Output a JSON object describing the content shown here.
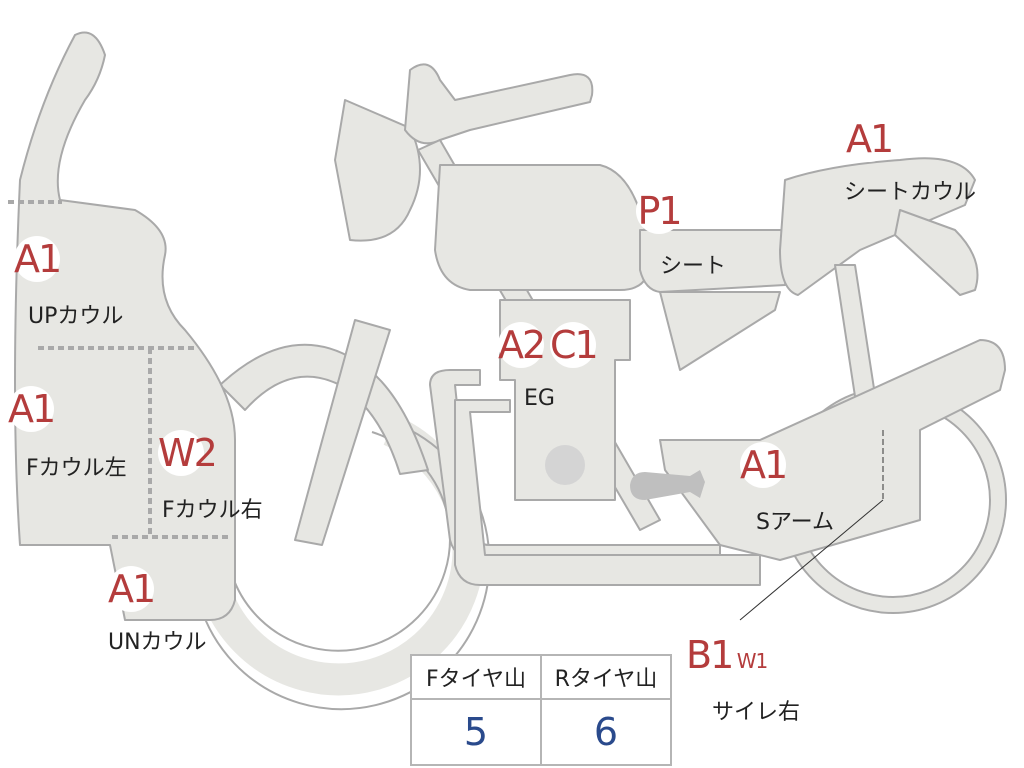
{
  "colors": {
    "body_fill": "#e7e7e3",
    "outline": "#a9a9a9",
    "code_text": "#b43c3c",
    "label_text": "#222222",
    "value_text": "#2a4a8c"
  },
  "parts": {
    "up_cowl": {
      "code": "A1",
      "label": "UPカウル"
    },
    "f_cowl_l": {
      "code": "A1",
      "label": "Fカウル左"
    },
    "f_cowl_r": {
      "code": "W2",
      "label": "Fカウル右"
    },
    "un_cowl": {
      "code": "A1",
      "label": "UNカウル"
    },
    "engine": {
      "code1": "A2",
      "code2": "C1",
      "label": "EG"
    },
    "seat": {
      "code": "P1",
      "label": "シート"
    },
    "seat_cowl": {
      "code": "A1",
      "label": "シートカウル"
    },
    "s_arm": {
      "code": "A1",
      "label": "Sアーム"
    },
    "silencer_r": {
      "code1": "B1",
      "code2": "W1",
      "label": "サイレ右"
    }
  },
  "tread_table": {
    "headers": [
      "Fタイヤ山",
      "Rタイヤ山"
    ],
    "values": [
      "5",
      "6"
    ]
  }
}
